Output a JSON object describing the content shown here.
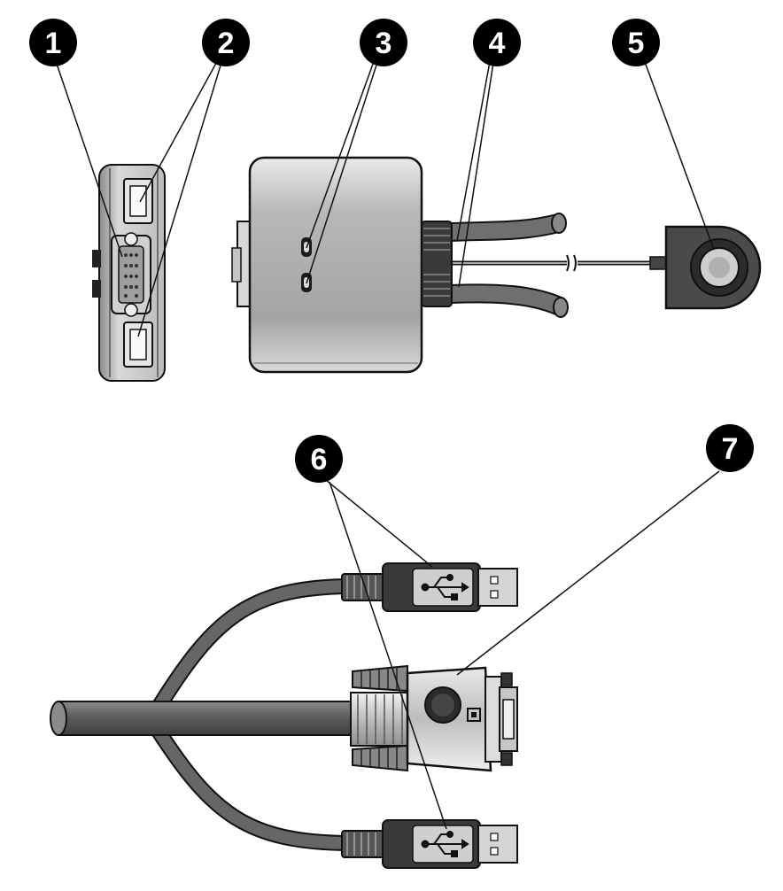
{
  "callouts": [
    {
      "id": "1",
      "label": "1"
    },
    {
      "id": "2",
      "label": "2"
    },
    {
      "id": "3",
      "label": "3"
    },
    {
      "id": "4",
      "label": "4"
    },
    {
      "id": "5",
      "label": "5"
    },
    {
      "id": "6",
      "label": "6"
    },
    {
      "id": "7",
      "label": "7"
    }
  ],
  "colors": {
    "callout_fill": "#000000",
    "callout_text": "#ffffff",
    "line": "#111111",
    "metal": "#c8c8c8",
    "cable": "#6b6b6b"
  }
}
